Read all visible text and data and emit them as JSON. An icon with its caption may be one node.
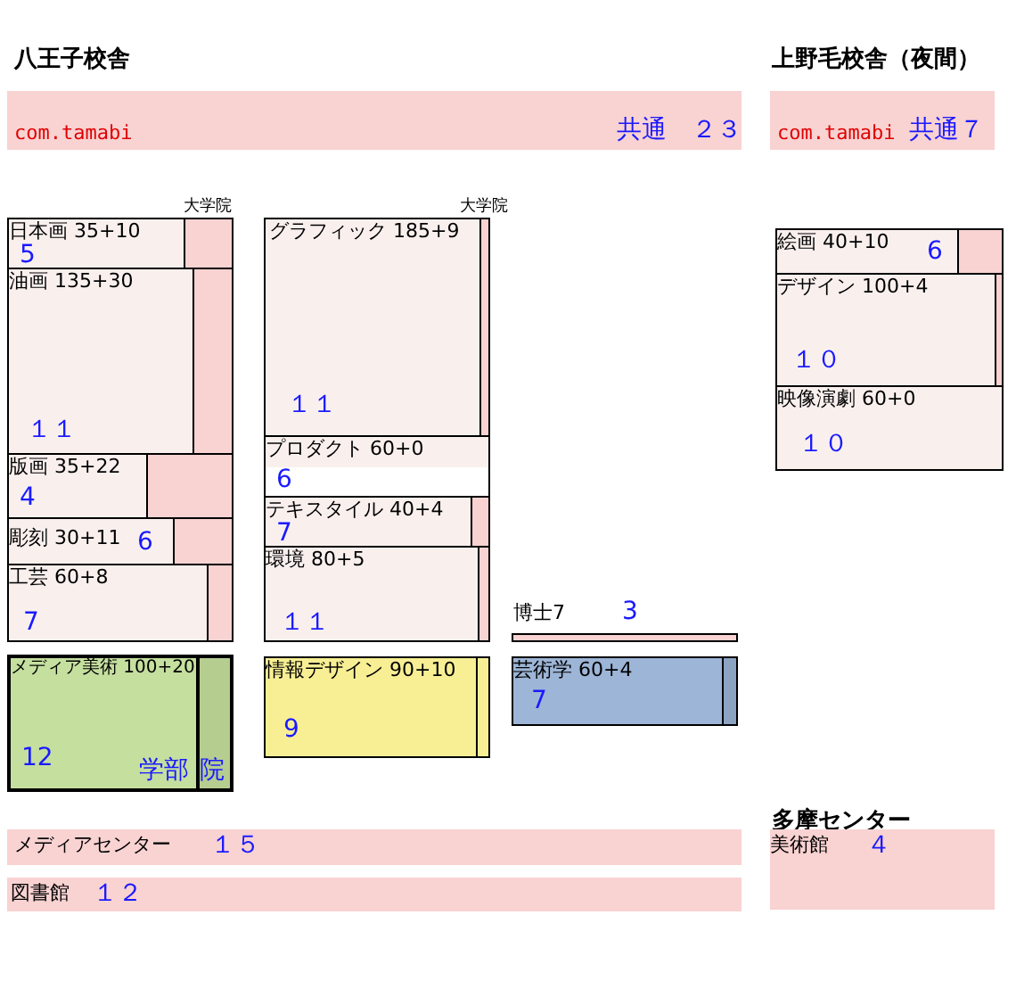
{
  "diagram": {
    "nodes": [
      {
        "text": [
          "com.tamabi",
          "共通　２３"
        ]
      },
      {
        "text": [
          "com.tamabi",
          "共通７"
        ]
      },
      {
        "text": [
          "日本画 35+10",
          "5"
        ]
      },
      {
        "text": [
          "油画 135+30",
          "１１"
        ]
      },
      {
        "text": [
          "版画 35+22",
          "4"
        ]
      },
      {
        "text": [
          "彫刻 30+11",
          "6"
        ]
      },
      {
        "text": [
          "工芸 60+8",
          "7"
        ]
      },
      {
        "text": [
          "グラフィック 185+9",
          "１１"
        ]
      },
      {
        "text": [
          "プロダクト 60+0",
          "6"
        ]
      },
      {
        "text": [
          "テキスタイル 40+4",
          "7"
        ]
      },
      {
        "text": [
          "環境 80+5",
          "１１"
        ]
      },
      {
        "text": [
          "絵画 40+10",
          "6"
        ]
      },
      {
        "text": [
          "デザイン 100+4",
          "１０"
        ]
      },
      {
        "text": [
          "映像演劇 60+0",
          "１０"
        ]
      },
      {
        "text": [
          "博士7",
          "3"
        ]
      },
      {
        "text": [
          "メディア美術 100+20",
          "12",
          "学部",
          "院"
        ]
      },
      {
        "text": [
          "情報デザイン 90+10",
          "9"
        ]
      },
      {
        "text": [
          "芸術学 60+4",
          "7"
        ]
      },
      {
        "text": [
          "メディアセンター",
          "１５"
        ]
      },
      {
        "text": [
          "図書館",
          "１２"
        ]
      },
      {
        "text": [
          "美術館",
          "４"
        ]
      }
    ],
    "labels": [
      "八王子校舎",
      "上野毛校舎（夜間）",
      "大学院",
      "大学院",
      "多摩センター"
    ]
  }
}
